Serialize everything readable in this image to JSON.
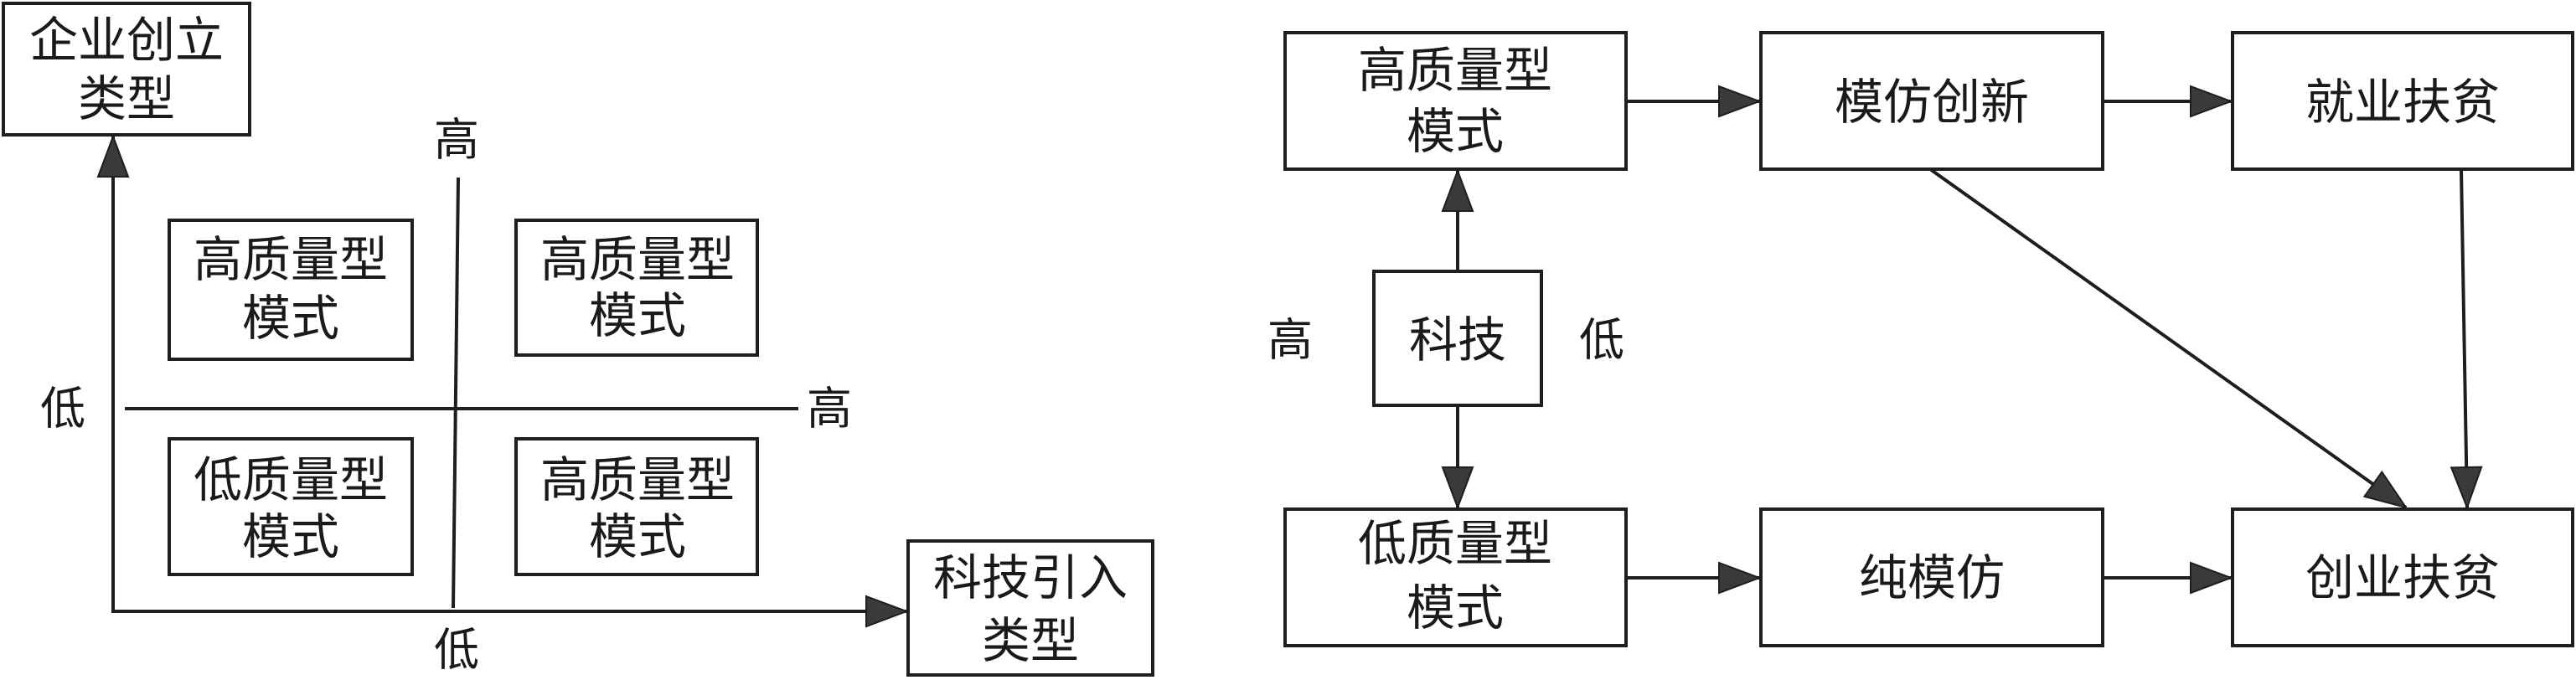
{
  "left_diagram": {
    "y_axis_box": {
      "line1": "企业创立",
      "line2": "类型"
    },
    "x_axis_box": {
      "line1": "科技引入",
      "line2": "类型"
    },
    "labels": {
      "left": "低",
      "right": "高",
      "top": "高",
      "bottom": "低"
    },
    "quadrants": {
      "top_left": {
        "line1": "高质量型",
        "line2": "模式"
      },
      "top_right": {
        "line1": "高质量型",
        "line2": "模式"
      },
      "bottom_left": {
        "line1": "低质量型",
        "line2": "模式"
      },
      "bottom_right": {
        "line1": "高质量型",
        "line2": "模式"
      }
    }
  },
  "right_diagram": {
    "nodes": {
      "high_quality": {
        "line1": "高质量型",
        "line2": "模式"
      },
      "imitation_innovation": "模仿创新",
      "employment_poverty": "就业扶贫",
      "technology": "科技",
      "low_quality": {
        "line1": "低质量型",
        "line2": "模式"
      },
      "pure_imitation": "纯模仿",
      "entrepreneurship_poverty": "创业扶贫"
    },
    "labels": {
      "high": "高",
      "low": "低"
    }
  },
  "colors": {
    "line": "#1e1e1e",
    "arrowhead": "#3a3a3a",
    "background": "#ffffff"
  }
}
